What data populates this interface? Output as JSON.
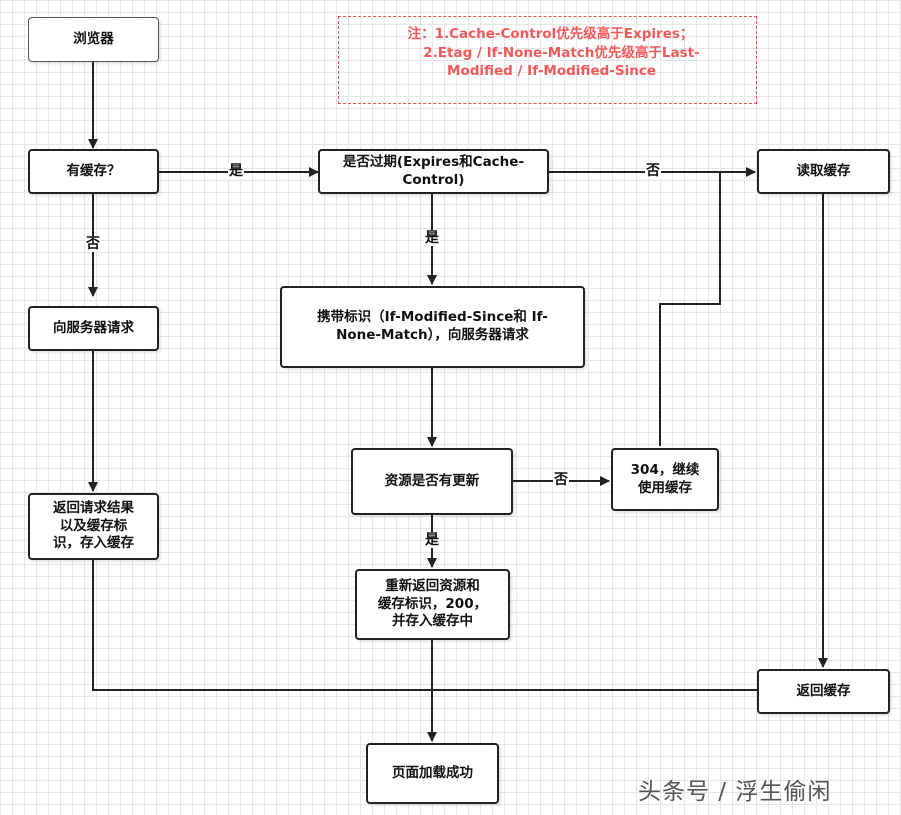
{
  "colors": {
    "note_text": "#f15a5a",
    "note_border": "#e05555",
    "line": "#222222"
  },
  "note": {
    "line1": "注：1.Cache-Control优先级高于Expires；",
    "line2": "2.Etag / If-None-Match优先级高于Last-",
    "line3": "Modified / If-Modified-Since"
  },
  "nodes": {
    "browser": "浏览器",
    "has_cache": "有缓存？",
    "expired_line1": "是否过期(Expires和Cache-",
    "expired_line2": "Control)",
    "read_cache": "读取缓存",
    "request_server": "向服务器请求",
    "conditional_line1": "携带标识（If-Modified-Since和 If-",
    "conditional_line2": "None-Match），向服务器请求",
    "updated": "资源是否有更新",
    "not_modified_line1": "304，继续",
    "not_modified_line2": "使用缓存",
    "return_result_line1": "返回请求结果",
    "return_result_line2": "以及缓存标",
    "return_result_line3": "识，存入缓存",
    "new_resource_line1": "重新返回资源和",
    "new_resource_line2": "缓存标识，200，",
    "new_resource_line3": "并存入缓存中",
    "return_cache": "返回缓存",
    "page_loaded": "页面加载成功"
  },
  "edge_labels": {
    "yes_cache": "是",
    "no_cache": "否",
    "not_expired": "否",
    "expired_yes": "是",
    "no_update": "否",
    "has_update": "是"
  },
  "watermark": "头条号 / 浮生偷闲"
}
